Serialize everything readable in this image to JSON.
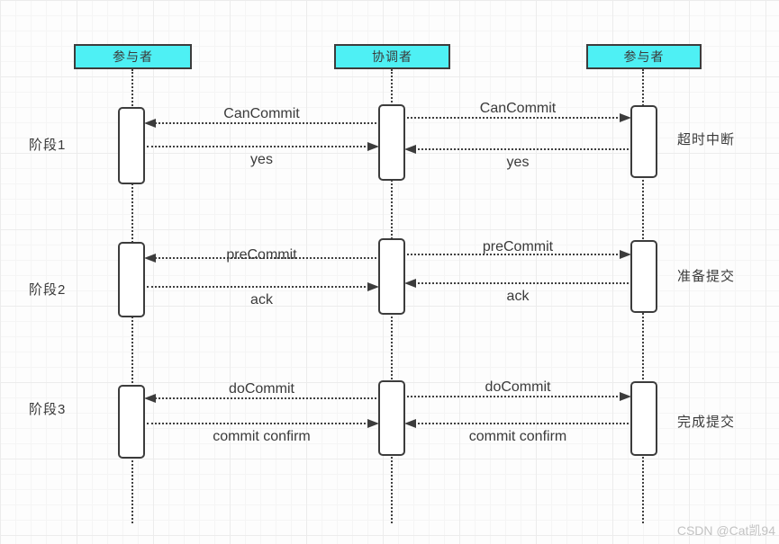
{
  "diagram": {
    "title": "three-phase-commit-sequence-diagram",
    "actors": [
      {
        "label": "参与者"
      },
      {
        "label": "协调者"
      },
      {
        "label": "参与者"
      }
    ],
    "phases": [
      {
        "label": "阶段1",
        "status": "超时中断",
        "messages": {
          "left_request": "CanCommit",
          "left_reply": "yes",
          "right_request": "CanCommit",
          "right_reply": "yes"
        }
      },
      {
        "label": "阶段2",
        "status": "准备提交",
        "messages": {
          "left_request": "preCommit",
          "left_reply": "ack",
          "right_request": "preCommit",
          "right_reply": "ack"
        }
      },
      {
        "label": "阶段3",
        "status": "完成提交",
        "messages": {
          "left_request": "doCommit",
          "left_reply": "commit confirm",
          "right_request": "doCommit",
          "right_reply": "commit confirm"
        }
      }
    ],
    "colors": {
      "actor_fill": "#4ef0f4",
      "line_color": "#3f3f3f",
      "watermark_color": "#c3c3c3"
    },
    "watermark": "CSDN @Cat凯94"
  }
}
